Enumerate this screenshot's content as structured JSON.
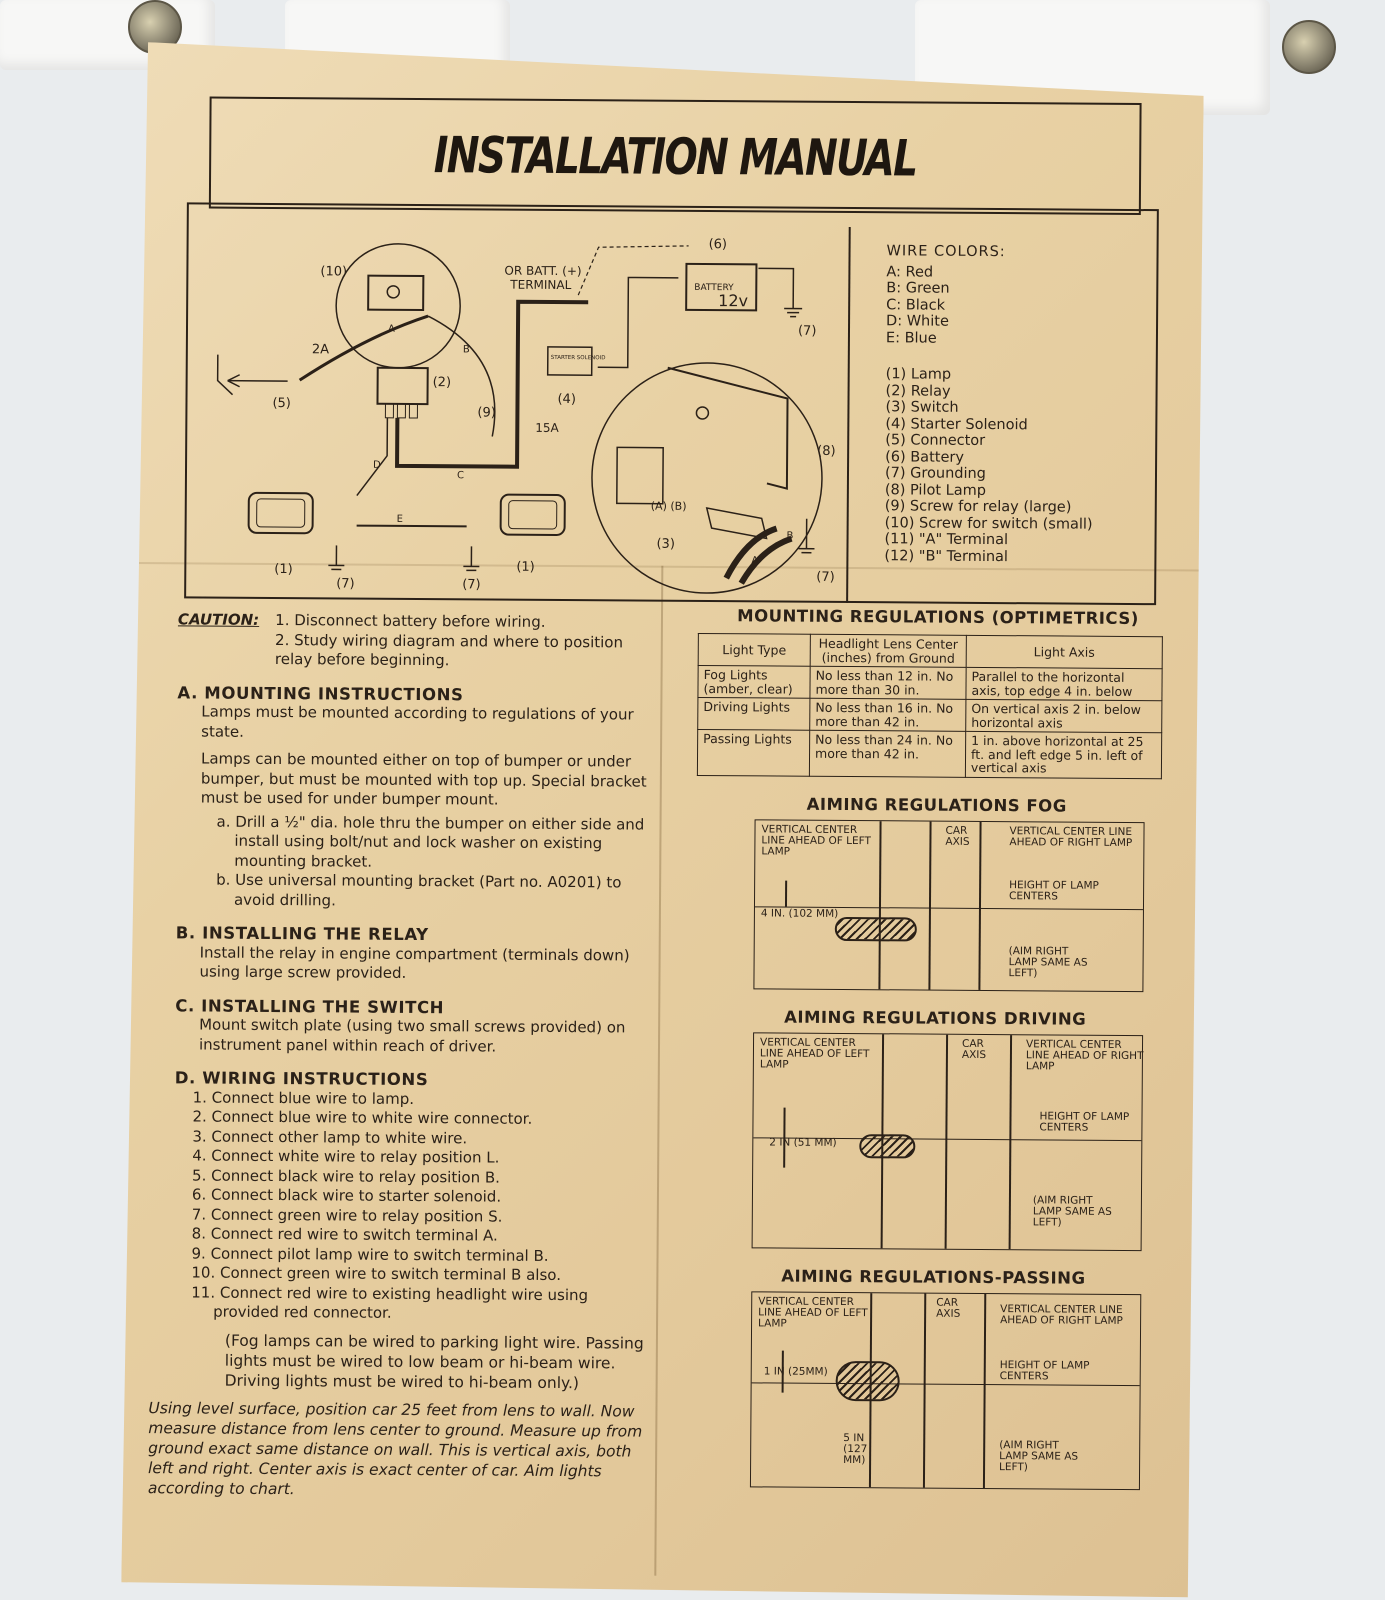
{
  "title": "INSTALLATION MANUAL",
  "diagram": {
    "labels": {
      "n10": "(10)",
      "n6": "(6)",
      "n7a": "(7)",
      "n5": "(5)",
      "n2": "(2)",
      "n9": "(9)",
      "n4": "(4)",
      "n8": "(8)",
      "n3": "(3)",
      "n1a": "(1)",
      "n7b": "(7)",
      "n7c": "(7)",
      "n1b": "(1)",
      "n7d": "(7)",
      "ab": "(A) (B)",
      "batt_term": "OR BATT. (+)",
      "batt_term2": "TERMINAL",
      "battery": "BATTERY",
      "volts": "12v",
      "solenoid": "STARTER SOLENOID",
      "fuse2a": "2A",
      "fuse15a": "15A",
      "wA": "A",
      "wB": "B",
      "wC": "C",
      "wD": "D",
      "wE": "E",
      "tA": "A",
      "tB": "B"
    }
  },
  "legend": {
    "heading": "WIRE COLORS:",
    "colors": [
      "A:  Red",
      "B:  Green",
      "C:  Black",
      "D:  White",
      "E:  Blue"
    ],
    "parts": [
      "(1) Lamp",
      "(2) Relay",
      "(3) Switch",
      "(4) Starter Solenoid",
      "(5) Connector",
      "(6) Battery",
      "(7) Grounding",
      "(8) Pilot Lamp",
      "(9) Screw for relay (large)",
      "(10) Screw for switch (small)",
      "(11) \"A\" Terminal",
      "(12) \"B\" Terminal"
    ]
  },
  "caution": {
    "label": "CAUTION:",
    "items": [
      "1. Disconnect battery before wiring.",
      "2. Study wiring diagram and where to position relay before beginning."
    ]
  },
  "sections": {
    "a": {
      "heading": "A. MOUNTING INSTRUCTIONS",
      "p1": "Lamps must be mounted according to regulations of your state.",
      "p2": "Lamps can be mounted either on top of bumper or under bumper, but must be mounted with top up. Special bracket must be used for under bumper mount.",
      "a": "a. Drill a ½\" dia. hole thru the bumper on either side and install using bolt/nut and lock washer on existing mounting bracket.",
      "b": "b. Use universal mounting bracket (Part no. A0201) to avoid drilling."
    },
    "b": {
      "heading": "B. INSTALLING THE RELAY",
      "text": "Install the relay in engine compartment (terminals down) using large screw provided."
    },
    "c": {
      "heading": "C. INSTALLING THE SWITCH",
      "text": "Mount switch plate (using two small screws provided) on instrument panel within reach of driver."
    },
    "d": {
      "heading": "D. WIRING INSTRUCTIONS",
      "steps": [
        "1. Connect blue wire to lamp.",
        "2. Connect blue wire to white wire connector.",
        "3. Connect other lamp to white wire.",
        "4. Connect white wire to relay position L.",
        "5. Connect black wire to relay position B.",
        "6. Connect black wire to starter solenoid.",
        "7. Connect green wire to relay position S.",
        "8. Connect red wire to switch terminal A.",
        "9. Connect pilot lamp wire to switch terminal B.",
        "10. Connect green wire to switch terminal B also.",
        "11. Connect red wire to existing headlight wire using provided red connector."
      ],
      "note": "(Fog lamps can be wired to parking light wire. Passing lights must be wired to low beam or hi-beam wire. Driving lights must be wired to hi-beam only.)",
      "closing": "Using level surface, position car 25 feet from lens to wall. Now measure distance from lens center to ground. Measure up from ground exact same distance on wall. This is vertical axis, both left and right. Center axis is exact center of car. Aim lights according to chart."
    }
  },
  "mounting_regs": {
    "title": "MOUNTING REGULATIONS (OPTIMETRICS)",
    "headers": [
      "Light Type",
      "Headlight Lens Center (inches) from Ground",
      "Light Axis"
    ],
    "rows": [
      [
        "Fog Lights (amber, clear)",
        "No less than 12 in. No more than 30 in.",
        "Parallel to the horizontal axis, top edge 4 in. below"
      ],
      [
        "Driving Lights",
        "No less than 16 in. No more than 42 in.",
        "On vertical axis 2 in. below horizontal axis"
      ],
      [
        "Passing Lights",
        "No less than 24 in. No more than 42 in.",
        "1 in. above horizontal at 25 ft. and left edge 5 in. left of vertical axis"
      ]
    ]
  },
  "aim_common": {
    "left": "VERTICAL CENTER LINE AHEAD OF LEFT LAMP",
    "car": "CAR AXIS",
    "right": "VERTICAL CENTER LINE AHEAD OF RIGHT LAMP",
    "height": "HEIGHT OF LAMP CENTERS",
    "aim": "(AIM RIGHT LAMP SAME AS LEFT)"
  },
  "aim_fog": {
    "title": "AIMING REGULATIONS FOG",
    "dim": "4 IN. (102 MM)"
  },
  "aim_driving": {
    "title": "AIMING REGULATIONS DRIVING",
    "dim": "2 IN (51 MM)"
  },
  "aim_passing": {
    "title": "AIMING REGULATIONS-PASSING",
    "dim": "1 IN (25MM)",
    "dim2": "5 IN (127 MM)"
  }
}
